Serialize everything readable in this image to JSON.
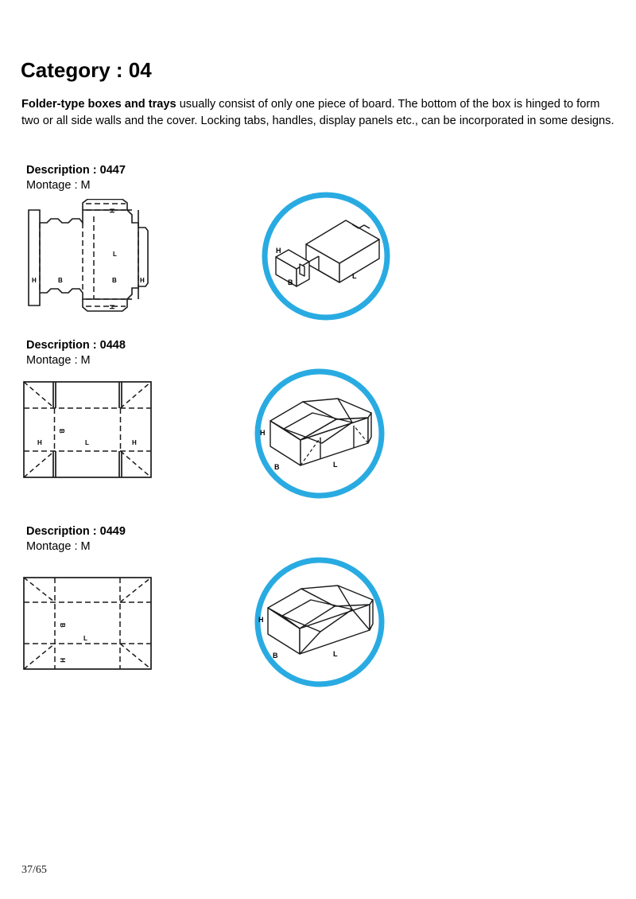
{
  "page": {
    "title": "Category : 04",
    "intro_bold": "Folder-type boxes and trays",
    "intro_rest": " usually consist of only one piece of board. The bottom of the box is hinged to form two or all side walls and the cover. Locking tabs, handles, display panels etc., can be incorporated in some designs.",
    "footer": "37/65"
  },
  "theme": {
    "accent_blue": "#29ABE2",
    "line_black": "#1a1a1a",
    "background": "#ffffff"
  },
  "items": [
    {
      "description_label": "Description : 0447",
      "montage_label": "Montage : M",
      "flat_labels": {
        "h_left": "H",
        "b_left": "B",
        "b_right": "B",
        "h_right": "H",
        "l": "L",
        "h_top": "H",
        "h_bottom": "H"
      },
      "perspective_labels": {
        "h": "H",
        "b": "B",
        "l": "L"
      }
    },
    {
      "description_label": "Description : 0448",
      "montage_label": "Montage : M",
      "flat_labels": {
        "h_left": "H",
        "h_right": "H",
        "l": "L",
        "b": "B"
      },
      "perspective_labels": {
        "h": "H",
        "b": "B",
        "l": "L"
      }
    },
    {
      "description_label": "Description : 0449",
      "montage_label": "Montage : M",
      "flat_labels": {
        "b": "B",
        "l": "L",
        "h": "H"
      },
      "perspective_labels": {
        "h": "H",
        "b": "B",
        "l": "L"
      }
    }
  ]
}
